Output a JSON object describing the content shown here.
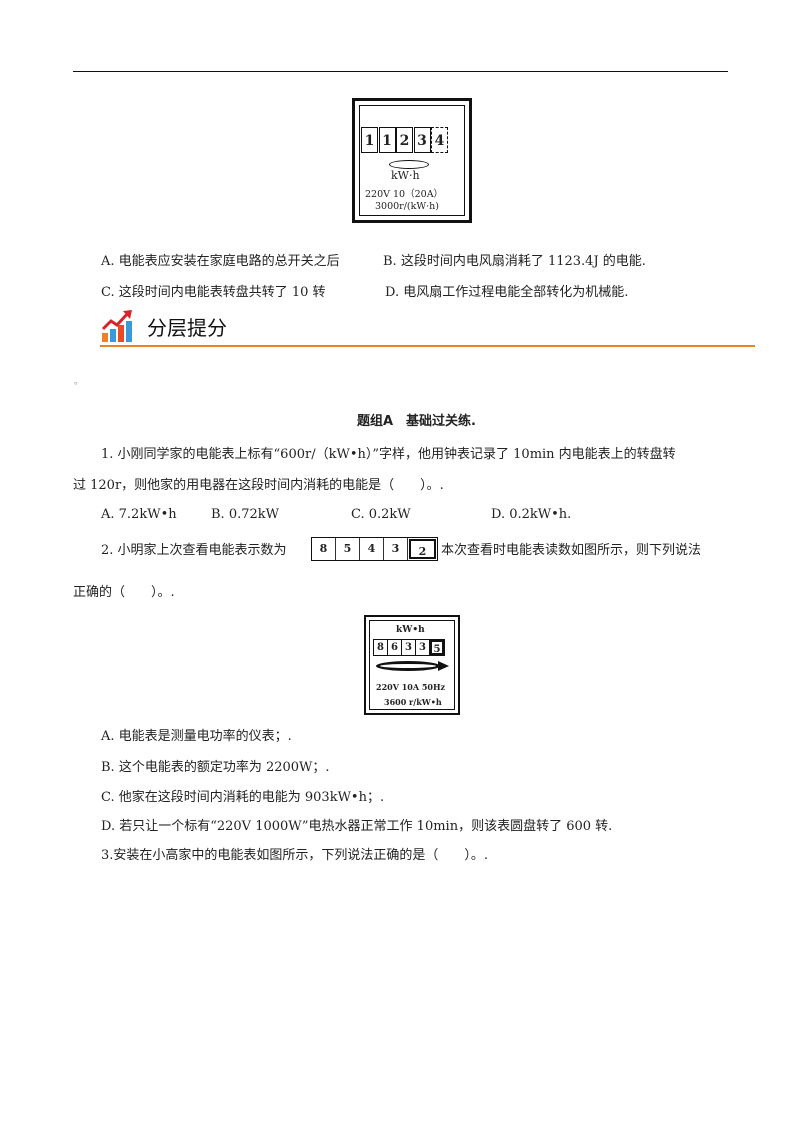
{
  "meter1": {
    "digits": [
      "1",
      "1",
      "2",
      "3",
      "4"
    ],
    "unit": "kW·h",
    "spec": "220V   10（20A）",
    "rev": "3000r/(kW·h)"
  },
  "q_prev": {
    "a": "A. 电能表应安装在家庭电路的总开关之后",
    "b": "B. 这段时间内电风扇消耗了 1123.4J 的电能.",
    "c": "C. 这段时间内电能表转盘共转了 10 转",
    "d": "D. 电风扇工作过程电能全部转化为机械能."
  },
  "section_title": "分层提分",
  "stray_mark": "。",
  "group_title": "题组A　基础过关练.",
  "q1": {
    "line1": "1. 小刚同学家的电能表上标有“600r/（kW•h）”字样，他用钟表记录了 10min 内电能表上的转盘转",
    "line2": "过 120r，则他家的用电器在这段时间内消耗的电能是（　　）。.",
    "a": "A. 7.2kW•h",
    "b": "B. 0.72kW",
    "c": "C. 0.2kW",
    "d": "D. 0.2kW•h."
  },
  "q2": {
    "pre": "2. 小明家上次查看电能表示数为",
    "digits": [
      "8",
      "5",
      "4",
      "3",
      "2"
    ],
    "post": "本次查看时电能表读数如图所示，则下列说法",
    "line2": "正确的（　　）。."
  },
  "meter2": {
    "unit": "kW•h",
    "digits": [
      "8",
      "6",
      "3",
      "3",
      "5"
    ],
    "spec": "220V  10A   50Hz",
    "rev": "3600  r/kW•h"
  },
  "q2_opts": {
    "a": "A. 电能表是测量电功率的仪表；.",
    "b": "B. 这个电能表的额定功率为 2200W；.",
    "c": "C. 他家在这段时间内消耗的电能为 903kW•h；.",
    "d": "D. 若只让一个标有“220V 1000W”电热水器正常工作 10min，则该表圆盘转了 600 转."
  },
  "q3": "3.安装在小高家中的电能表如图所示，下列说法正确的是（　　）。."
}
